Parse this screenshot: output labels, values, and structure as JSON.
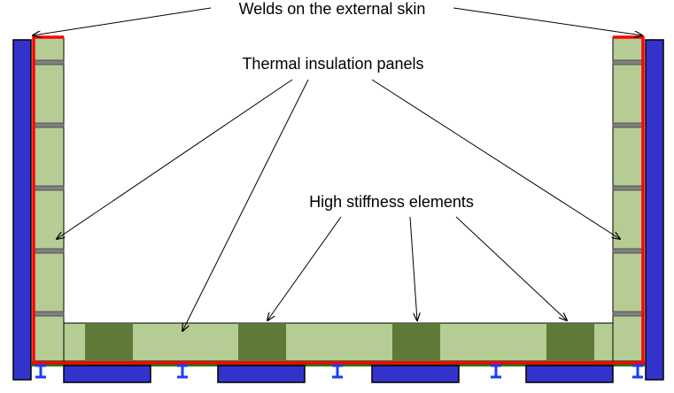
{
  "labels": {
    "welds": "Welds on the external skin",
    "insulation": "Thermal insulation panels",
    "stiffness": "High stiffness elements"
  },
  "colors": {
    "outer_skin": "#3333cc",
    "weld_line": "#ff0000",
    "insulation_panel": "#b5cc94",
    "stiff_element": "#5f7a38",
    "bolt": "#808080",
    "base_green": "#008000",
    "i_beam": "#1a3cff",
    "outline": "#000000"
  }
}
